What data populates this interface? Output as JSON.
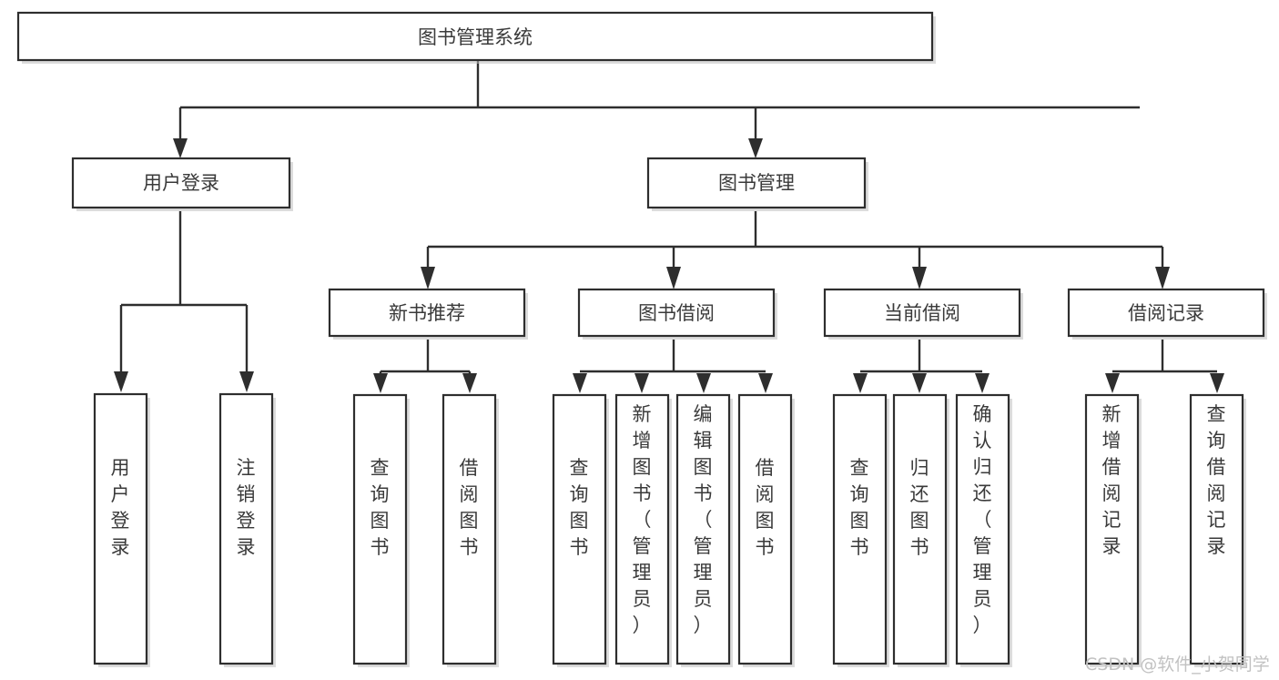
{
  "diagram": {
    "title": "图书管理系统",
    "type": "tree",
    "orientation": "top-down",
    "colors": {
      "box_stroke": "#2e2e2e",
      "box_fill": "#ffffff",
      "connector": "#2e2e2e",
      "label_text": "#3a3a3a",
      "watermark": "#c2c2c2",
      "background": "#ffffff"
    },
    "nodes": {
      "root": {
        "label": "图书管理系统",
        "level": 1,
        "text_orientation": "horizontal"
      },
      "l2": [
        {
          "id": "user-login",
          "label": "用户登录",
          "level": 2,
          "text_orientation": "horizontal"
        },
        {
          "id": "book-manage",
          "label": "图书管理",
          "level": 2,
          "text_orientation": "horizontal"
        }
      ],
      "l3": [
        {
          "id": "new-book-rec",
          "label": "新书推荐",
          "level": 3,
          "text_orientation": "horizontal"
        },
        {
          "id": "book-borrow",
          "label": "图书借阅",
          "level": 3,
          "text_orientation": "horizontal"
        },
        {
          "id": "current-borrow",
          "label": "当前借阅",
          "level": 3,
          "text_orientation": "horizontal"
        },
        {
          "id": "borrow-record",
          "label": "借阅记录",
          "level": 3,
          "text_orientation": "horizontal"
        }
      ],
      "leaves": [
        {
          "id": "leaf-user-login",
          "label": "用户登录",
          "parent": "user-login",
          "text_orientation": "vertical"
        },
        {
          "id": "leaf-user-logout",
          "label": "注销登录",
          "parent": "user-login",
          "text_orientation": "vertical"
        },
        {
          "id": "leaf-query-book-1",
          "label": "查询图书",
          "parent": "new-book-rec",
          "text_orientation": "vertical"
        },
        {
          "id": "leaf-borrow-book-1",
          "label": "借阅图书",
          "parent": "new-book-rec",
          "text_orientation": "vertical"
        },
        {
          "id": "leaf-query-book-2",
          "label": "查询图书",
          "parent": "book-borrow",
          "text_orientation": "vertical"
        },
        {
          "id": "leaf-add-book",
          "label": "新增图书（管理员）",
          "parent": "book-borrow",
          "text_orientation": "vertical"
        },
        {
          "id": "leaf-edit-book",
          "label": "编辑图书（管理员）",
          "parent": "book-borrow",
          "text_orientation": "vertical"
        },
        {
          "id": "leaf-borrow-book-2",
          "label": "借阅图书",
          "parent": "book-borrow",
          "text_orientation": "vertical"
        },
        {
          "id": "leaf-query-book-3",
          "label": "查询图书",
          "parent": "current-borrow",
          "text_orientation": "vertical"
        },
        {
          "id": "leaf-return-book",
          "label": "归还图书",
          "parent": "current-borrow",
          "text_orientation": "vertical"
        },
        {
          "id": "leaf-confirm-return",
          "label": "确认归还（管理员）",
          "parent": "current-borrow",
          "text_orientation": "vertical"
        },
        {
          "id": "leaf-add-record",
          "label": "新增借阅记录",
          "parent": "borrow-record",
          "text_orientation": "vertical"
        },
        {
          "id": "leaf-query-record",
          "label": "查询借阅记录",
          "parent": "borrow-record",
          "text_orientation": "vertical"
        }
      ]
    },
    "watermark": "CSDN @软件_小贺同学"
  }
}
